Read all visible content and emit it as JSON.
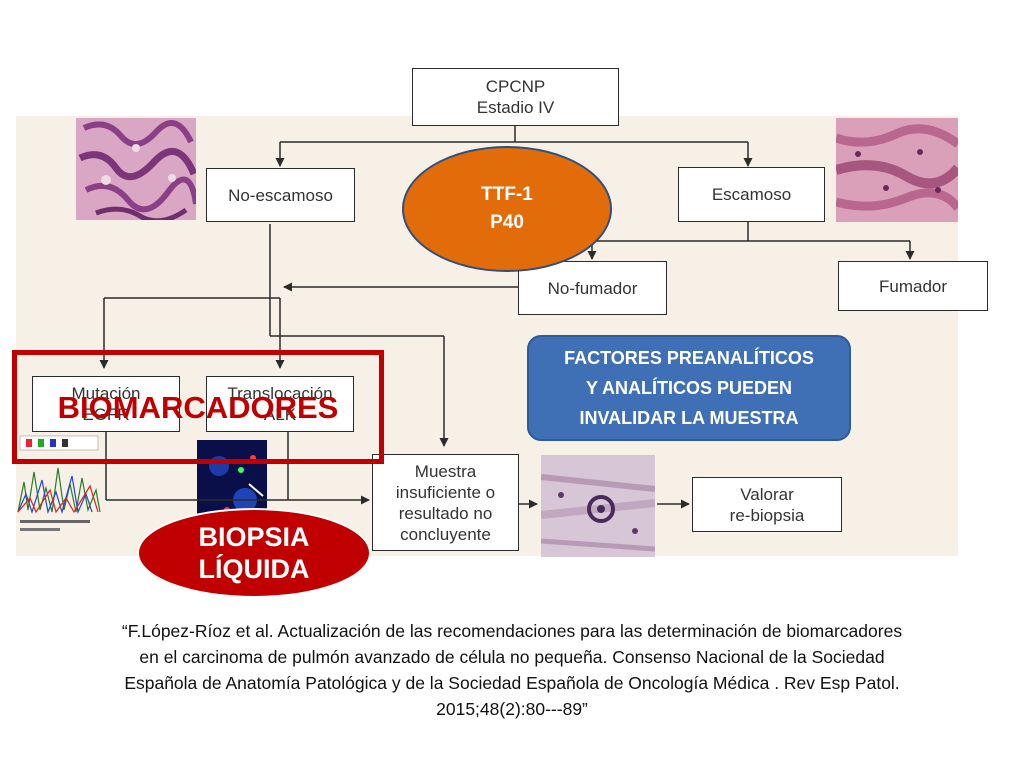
{
  "boxes": {
    "root": [
      "CPCNP",
      "Estadio IV"
    ],
    "no_escamoso": "No-escamoso",
    "escamoso": "Escamoso",
    "no_fumador": "No-fumador",
    "fumador": "Fumador",
    "mutacion": [
      "Mutación",
      "EGFR"
    ],
    "translocacion": [
      "Translocación",
      "ALK"
    ],
    "muestra": [
      "Muestra",
      "insuficiente o",
      "resultado no",
      "concluyente"
    ],
    "valorar": [
      "Valorar",
      "re-biopsia"
    ]
  },
  "markers_oval": {
    "line1": "TTF-1",
    "line2": "P40"
  },
  "warning_box": [
    "FACTORES PREANALÍTICOS",
    "Y ANALÍTICOS PUEDEN",
    "INVALIDAR LA MUESTRA"
  ],
  "biomarkers_label": "BIOMARCADORES",
  "liquid_biopsy": {
    "line1": "BIOPSIA",
    "line2": "LÍQUIDA"
  },
  "citation": [
    "“F.López-Ríoz et al. Actualización de las recomendaciones para las determinación de biomarcadores",
    "en el carcinoma de pulmón avanzado de célula no pequeña. Consenso Nacional de la Sociedad",
    "Española de Anatomía Patológica y de la Sociedad Española de Oncología Médica . Rev Esp Patol.",
    "2015;48(2):80---89”"
  ],
  "colors": {
    "panel_background": "#f6f0e6",
    "oval_orange": "#e36c0a",
    "oval_red": "#c00000",
    "warning_blue": "#3f6fb5",
    "biomarker_red": "#c00000"
  }
}
